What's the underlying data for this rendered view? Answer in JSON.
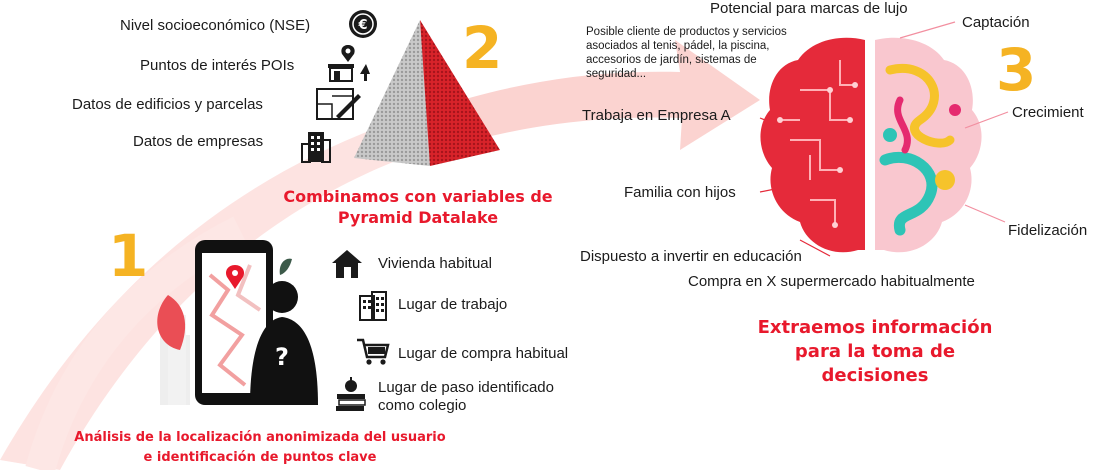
{
  "steps": {
    "one": {
      "number": "1",
      "caption_line1": "Análisis de la localización anonimizada del usuario",
      "caption_line2": "e identificación de puntos clave",
      "points": [
        {
          "label": "Vivienda habitual",
          "icon": "house-icon"
        },
        {
          "label": "Lugar de trabajo",
          "icon": "office-building-icon"
        },
        {
          "label": "Lugar de compra habitual",
          "icon": "shopping-cart-icon"
        },
        {
          "label_line1": "Lugar de paso identificado",
          "label_line2": "como colegio",
          "icon": "books-apple-icon"
        }
      ]
    },
    "two": {
      "number": "2",
      "title_line1": "Combinamos con variables de",
      "title_line2": "Pyramid Datalake",
      "variables": [
        {
          "label": "Nivel socioeconómico (NSE)",
          "icon": "euro-coin-icon"
        },
        {
          "label": "Puntos de interés POIs",
          "icon": "store-pin-icon"
        },
        {
          "label": "Datos de edificios y parcelas",
          "icon": "building-plan-icon"
        },
        {
          "label": "Datos de empresas",
          "icon": "office-building-icon"
        }
      ]
    },
    "three": {
      "number": "3",
      "title_line1": "Extraemos información",
      "title_line2": "para la toma de",
      "title_line3": "decisiones",
      "left_insights": {
        "luxury": "Potencial para marcas de lujo",
        "client": "Posible cliente de productos y servicios asociados al tenis, pádel, la piscina, accesorios de jardín, sistemas de seguridad...",
        "company": "Trabaja en Empresa A",
        "family": "Familia con hijos",
        "education": "Dispuesto a invertir en educación",
        "supermarket": "Compra en X supermercado habitualmente"
      },
      "right_insights": {
        "captacion": "Captación",
        "crecimiento": "Crecimient",
        "fidelizacion": "Fidelización"
      }
    }
  },
  "colors": {
    "accent_red": "#e8192c",
    "number_yellow": "#f5b323",
    "arrow_pink": "#fbd3d0"
  }
}
